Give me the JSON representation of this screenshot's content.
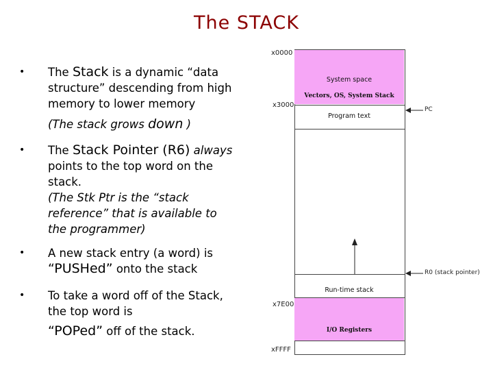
{
  "title": "The STACK",
  "bullets": [
    {
      "line1_pre": "The ",
      "line1_em": "Stack",
      "line1_post": " is a dynamic “data",
      "line2": "structure” descending from high",
      "line3": "memory to lower memory",
      "note_pre": "(The stack grows ",
      "note_em": "down",
      "note_post": " )"
    },
    {
      "line1_pre": "The ",
      "line1_em": "Stack Pointer (R6)",
      "line1_post": " always",
      "line2": "points to the top word on the",
      "line3": "stack.",
      "note1": "(The Stk Ptr is the “stack",
      "note2": "reference” that is available to",
      "note3": "the programmer)"
    },
    {
      "line1": "A new stack entry (a word) is",
      "line2_em": "“PUSHed”",
      "line2_post": " onto the stack"
    },
    {
      "line1": "To take a word off of the Stack,",
      "line2": "the top word is",
      "line3_em": "“POPed”",
      "line3_post": " off of the stack."
    }
  ],
  "diagram": {
    "addr_top": "x0000",
    "addr_3000": "x3000",
    "addr_7e00": "x7E00",
    "addr_bottom": "xFFFF",
    "system_space": "System space",
    "system_detail": "Vectors, OS, System Stack",
    "program_text": "Program text",
    "runtime_stack": "Run-time stack",
    "io_registers": "I/O Registers",
    "pc_label": "PC",
    "r0_label": "R0 (stack pointer)",
    "colors": {
      "pink": "#f6a6f6",
      "title": "#8b0000"
    }
  }
}
